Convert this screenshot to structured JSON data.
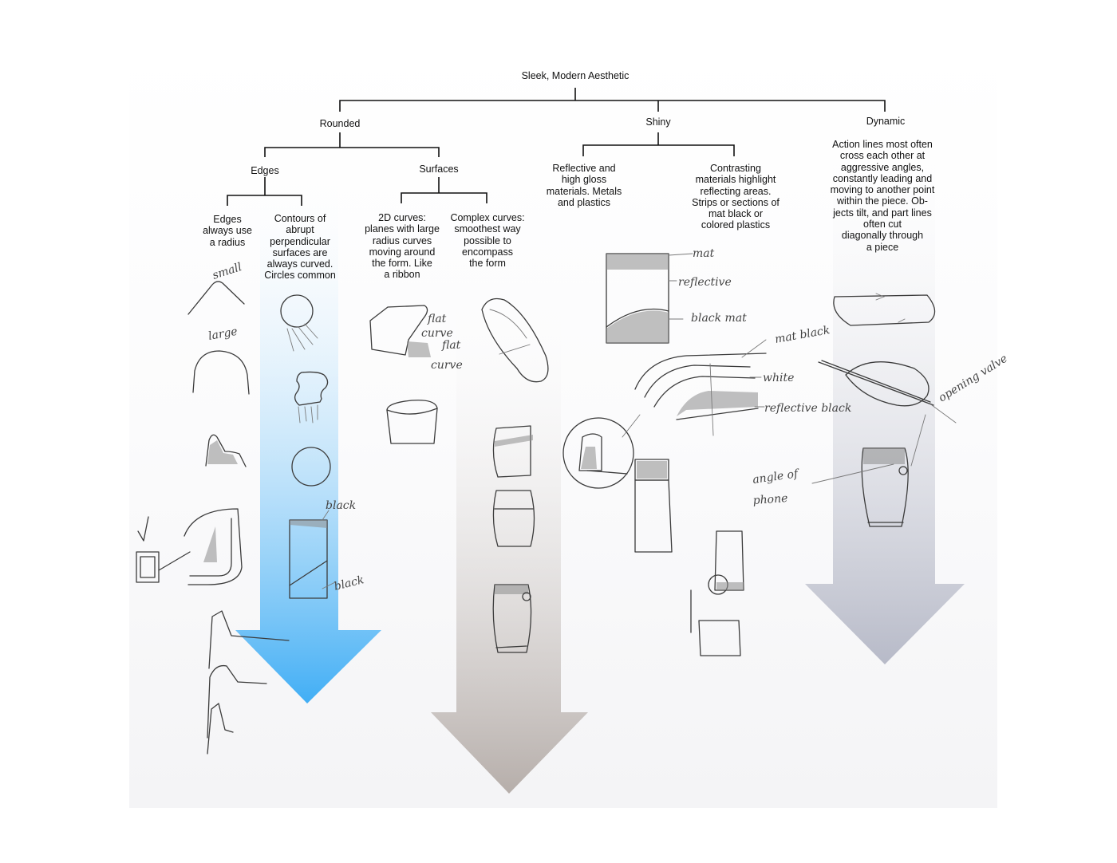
{
  "diagram": {
    "root": "Sleek, Modern Aesthetic",
    "branches": {
      "rounded": "Rounded",
      "shiny": "Shiny",
      "dynamic": "Dynamic"
    },
    "sub": {
      "edges": "Edges",
      "surfaces": "Surfaces"
    },
    "descriptions": {
      "edges_radius": "Edges\nalways use\na radius",
      "contours": "Contours of\nabrupt\nperpendicular\nsurfaces are\nalways curved.\nCircles common",
      "curves_2d": "2D curves:\nplanes with large\nradius curves\nmoving around\nthe form. Like\na ribbon",
      "complex_curves": "Complex curves:\nsmoothest way\npossible to\nencompass\nthe form",
      "reflective": "Reflective and\nhigh gloss\nmaterials. Metals\nand plastics",
      "contrasting": "Contrasting\nmaterials highlight\nreflecting areas.\nStrips or sections of\nmat black or\ncolored plastics",
      "action_lines": "Action lines most often\ncross each other at\naggressive angles,\nconstantly leading and\nmoving to another point\nwithin the piece. Ob-\njects tilt, and part lines\noften cut\ndiagonally through\na piece"
    }
  },
  "annotations": {
    "small": "small",
    "large": "large",
    "black1": "black",
    "black2": "black",
    "flat1": "flat",
    "curve1": "curve",
    "flat2": "flat",
    "curve2": "curve",
    "mat": "mat",
    "reflective": "reflective",
    "black_mat": "black mat",
    "mat_black": "mat black",
    "white": "white",
    "reflective_black": "reflective black",
    "opening_valve": "opening valve",
    "angle_of": "angle of",
    "phone": "phone"
  },
  "colors": {
    "arrow_blue": "#41aef5",
    "arrow_brown": "#b6aeaa",
    "arrow_slate": "#b7bac8",
    "panel_bg": "#f7f7f9"
  }
}
